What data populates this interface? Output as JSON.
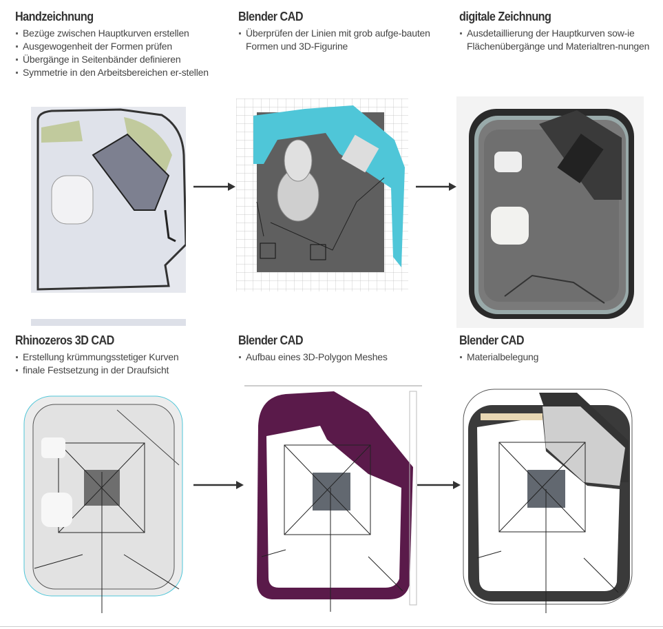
{
  "steps": [
    {
      "title": "Handzeichnung",
      "bullets": [
        "Bezüge zwischen Hauptkurven erstellen",
        "Ausgewogenheit der Formen prüfen",
        "Übergänge in Seitenbänder definieren",
        "Symmetrie in den Arbeitsbereichen er-stellen"
      ]
    },
    {
      "title": "Blender CAD",
      "bullets": [
        "Überprüfen der Linien mit grob aufge-bauten Formen und 3D-Figurine"
      ]
    },
    {
      "title": "digitale Zeichnung",
      "bullets": [
        "Ausdetaillierung der Hauptkurven sow-ie Flächenübergänge und Materialtren-nungen"
      ]
    },
    {
      "title": "Rhinozeros 3D CAD",
      "bullets": [
        "Erstellung krümmungsstetiger Kurven",
        "finale Festsetzung in der Draufsicht"
      ]
    },
    {
      "title": "Blender CAD",
      "bullets": [
        "Aufbau eines 3D-Polygon Meshes"
      ]
    },
    {
      "title": "Blender CAD",
      "bullets": [
        "Materialbelegung"
      ]
    }
  ],
  "colors": {
    "cyan": "#4fc6d8",
    "mesh": "#5a1a4a",
    "viewport": "#5f5f5f",
    "text": "#444444"
  }
}
